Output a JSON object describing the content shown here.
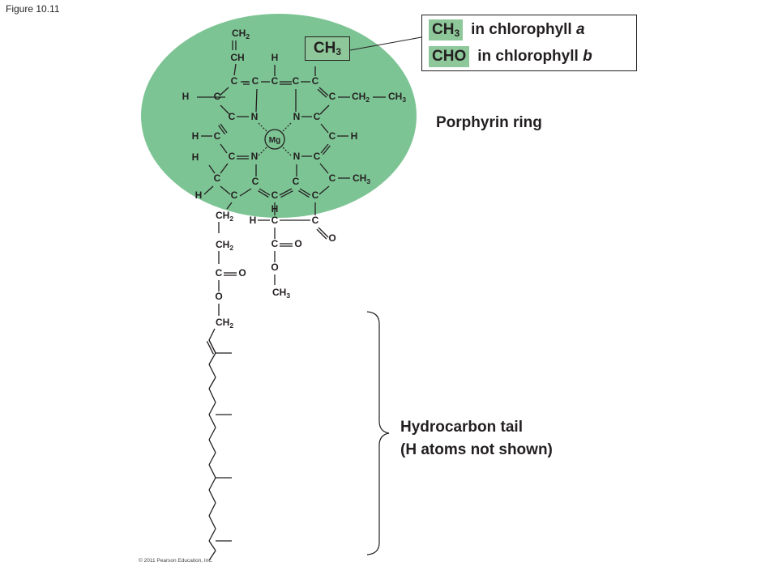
{
  "figure_label": "Figure 10.11",
  "copyright": "© 2011 Pearson Education, Inc.",
  "colors": {
    "ring_fill": "#7dc494",
    "highlight_fill": "#8ec89a",
    "ink": "#231f20"
  },
  "legend": {
    "row_a": {
      "group": "CH",
      "sub": "3",
      "text": "in chlorophyll ",
      "variant": "a"
    },
    "row_b": {
      "group": "CHO",
      "text": "in chlorophyll ",
      "variant": "b"
    }
  },
  "highlight_group": {
    "text": "CH",
    "sub": "3"
  },
  "labels": {
    "porphyrin_ring": "Porphyrin ring",
    "tail_line1": "Hydrocarbon tail",
    "tail_line2": "(H atoms not shown)"
  },
  "atoms": {
    "c": "C",
    "n": "N",
    "h": "H",
    "o": "O",
    "mg": "Mg",
    "ch2": "CH",
    "ch3": "CH",
    "h3c": "H",
    "ch": "CH",
    "sub2": "2",
    "sub3": "3"
  }
}
